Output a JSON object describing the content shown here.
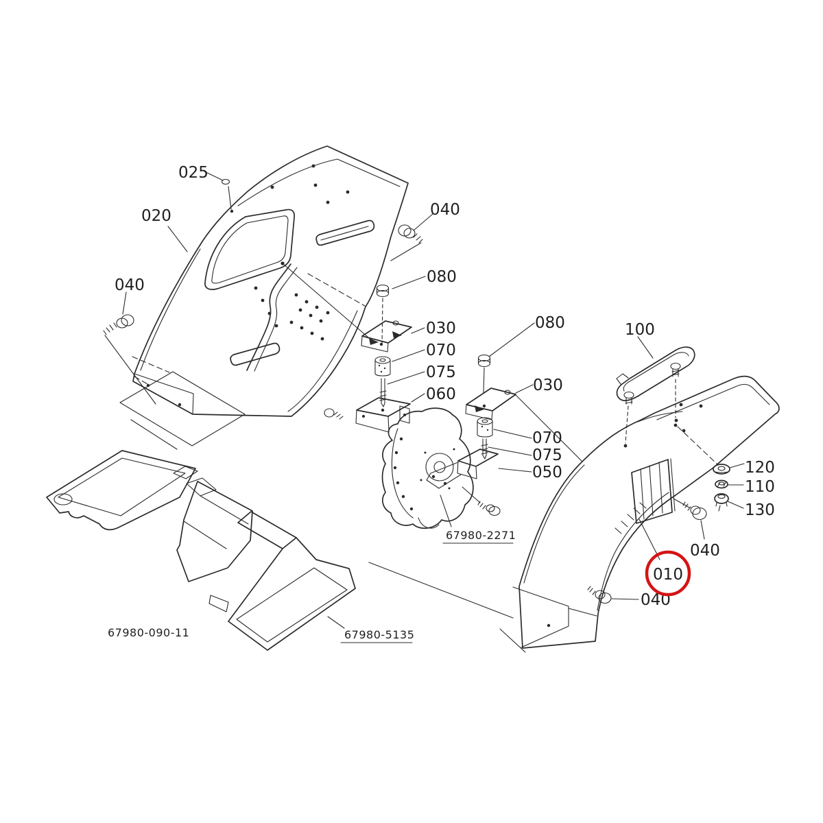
{
  "diagram": {
    "type": "exploded-parts-diagram",
    "subject": "tractor fender and floor assembly",
    "background_color": "#ffffff",
    "line_color": "#2a2a2a",
    "highlight_color": "#d41414",
    "highlighted_callout": "010",
    "callouts": {
      "n025": "025",
      "n020": "020",
      "n040_left": "040",
      "n040_top_right": "040",
      "n080_mid": "080",
      "n030_mid": "030",
      "n070_mid": "070",
      "n075_mid": "075",
      "n060_mid": "060",
      "n080_right": "080",
      "n030_right": "030",
      "n100": "100",
      "n070_right": "070",
      "n075_right": "075",
      "n050_right": "050",
      "n120": "120",
      "n110": "110",
      "n130": "130",
      "n040_washer": "040",
      "n010": "010",
      "n040_bottom": "040"
    },
    "part_codes": {
      "floor_panel": "67980-090-11",
      "floor_mat": "67980-5135",
      "transmission_case": "67980-2271"
    }
  }
}
